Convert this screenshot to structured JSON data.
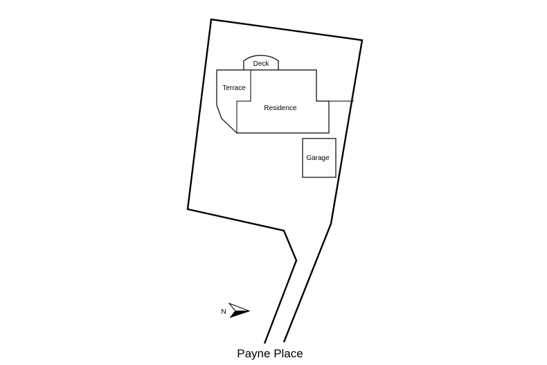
{
  "plan": {
    "labels": {
      "deck": "Deck",
      "terrace": "Terrace",
      "residence": "Residence",
      "garage": "Garage"
    },
    "north_arrow": {
      "letter": "N",
      "icon": "north-arrow-icon"
    },
    "street_name": "Payne Place"
  },
  "colors": {
    "line": "#000000",
    "background": "#ffffff"
  }
}
